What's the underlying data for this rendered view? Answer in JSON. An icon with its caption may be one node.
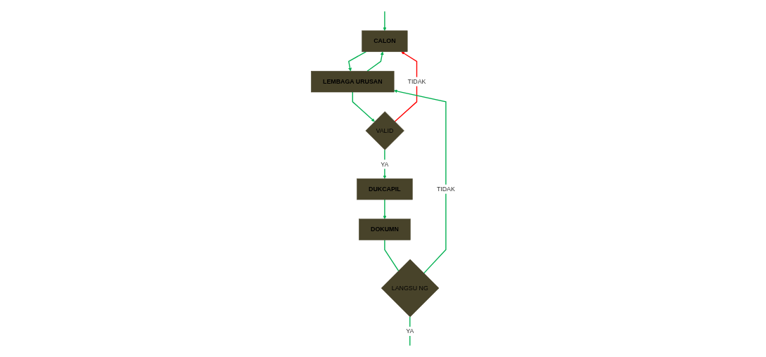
{
  "diagram": {
    "nodes": [
      {
        "text": [
          "CALON"
        ]
      },
      {
        "text": [
          "LEMBAGA URUSAN"
        ]
      },
      {
        "text": [
          "VALID"
        ]
      },
      {
        "text": [
          "DUKCAPIL"
        ]
      },
      {
        "text": [
          "DOKUMN"
        ]
      },
      {
        "text": [
          "LANGSU NG"
        ]
      }
    ],
    "edges": [
      {
        "from": 0,
        "to": 1,
        "arrow": "to"
      },
      {
        "from": 1,
        "to": 0,
        "arrow": "to"
      },
      {
        "from": 1,
        "to": 2,
        "arrow": "to"
      },
      {
        "from": 2,
        "to": 0,
        "arrow": "to",
        "label": "TIDAK",
        "color": "#ff0000"
      },
      {
        "from": 2,
        "to": 3,
        "arrow": "to",
        "label": "YA"
      },
      {
        "from": 3,
        "to": 4,
        "arrow": "to"
      },
      {
        "from": 4,
        "to": 5,
        "arrow": "none"
      },
      {
        "from": 5,
        "to": 1,
        "arrow": "to",
        "label": "TIDAK"
      },
      {
        "from": 5,
        "to": null,
        "arrow": "none",
        "label": "YA"
      },
      {
        "from": null,
        "to": 0,
        "arrow": "to"
      }
    ]
  }
}
